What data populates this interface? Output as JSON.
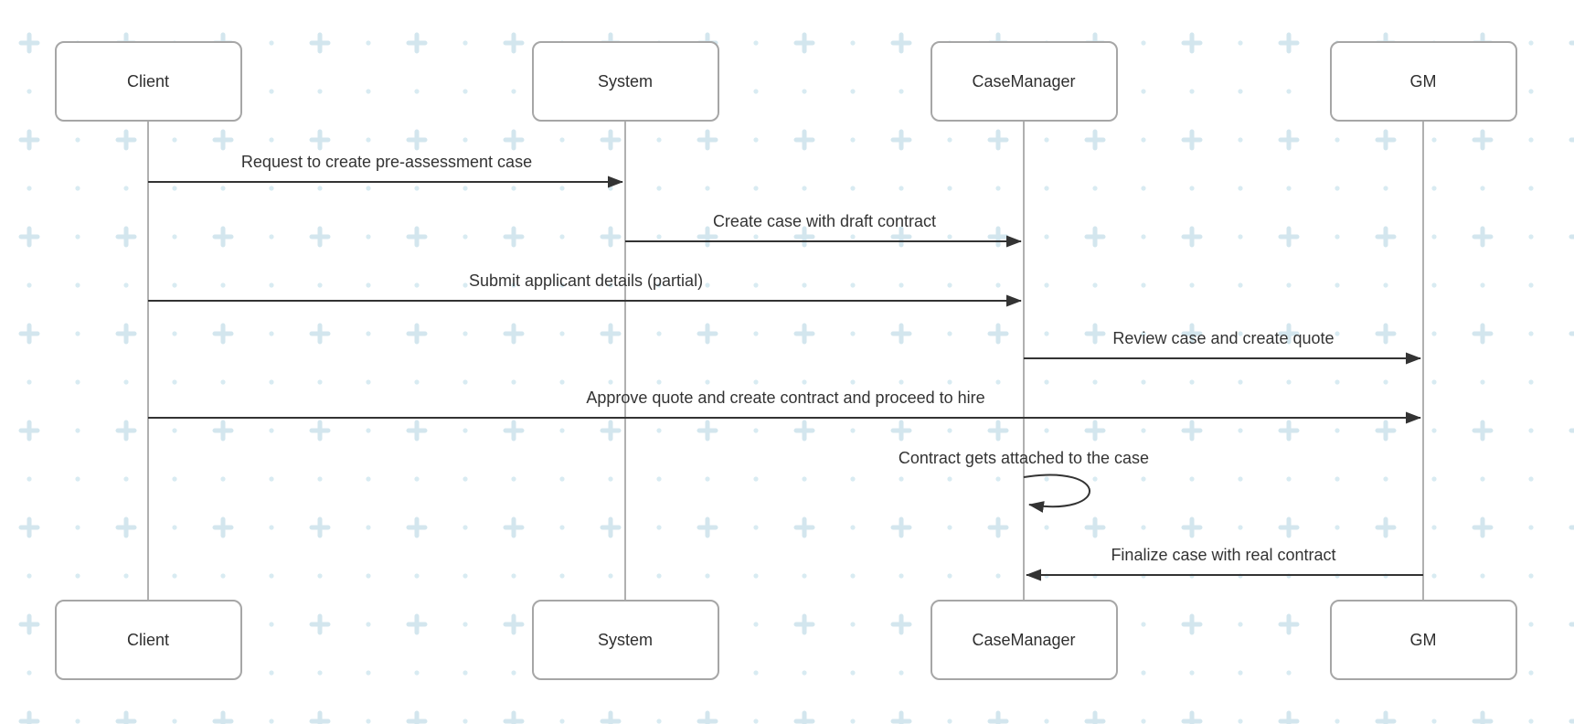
{
  "diagram": {
    "type": "sequence-diagram",
    "actors": [
      {
        "id": "client",
        "label": "Client"
      },
      {
        "id": "system",
        "label": "System"
      },
      {
        "id": "casemanager",
        "label": "CaseManager"
      },
      {
        "id": "gm",
        "label": "GM"
      }
    ],
    "messages": [
      {
        "from": "client",
        "to": "system",
        "kind": "solid-arrow",
        "label": "Request to create pre-assessment case"
      },
      {
        "from": "system",
        "to": "casemanager",
        "kind": "solid-arrow",
        "label": "Create case with draft contract"
      },
      {
        "from": "client",
        "to": "casemanager",
        "kind": "solid-arrow",
        "label": "Submit applicant details (partial)"
      },
      {
        "from": "casemanager",
        "to": "gm",
        "kind": "solid-arrow",
        "label": "Review case and create quote"
      },
      {
        "from": "client",
        "to": "gm",
        "kind": "solid-arrow",
        "label": "Approve quote and create contract and proceed to hire"
      },
      {
        "from": "casemanager",
        "to": "casemanager",
        "kind": "self-loop",
        "label": "Contract gets attached to the case"
      },
      {
        "from": "gm",
        "to": "casemanager",
        "kind": "solid-arrow",
        "label": "Finalize case with real contract"
      }
    ],
    "colors": {
      "background": "#ffffff",
      "pattern_plus": "#d3e6ee",
      "pattern_dot": "#d8ebf2",
      "box_border": "#a6a6a6",
      "box_fill": "#ffffff",
      "lifeline": "#b0b0b0",
      "arrow": "#333333",
      "text": "#333333"
    }
  }
}
